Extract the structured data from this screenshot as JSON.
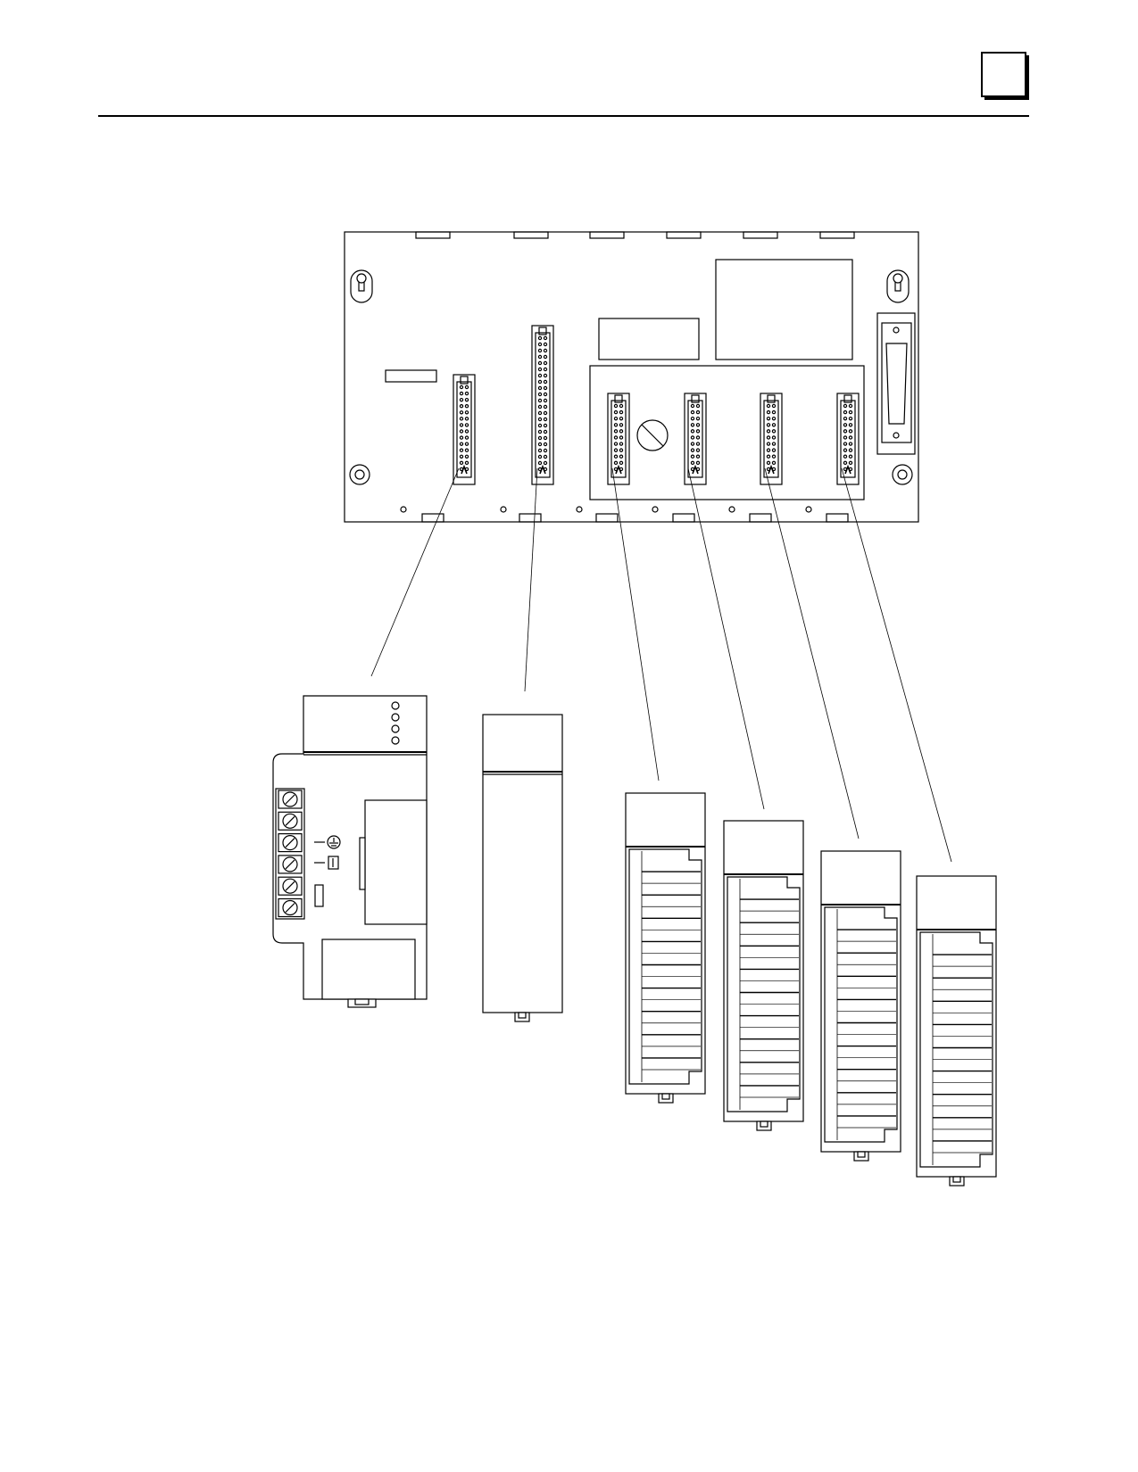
{
  "page": {
    "chapter_tab_text": ""
  },
  "diagram": {
    "description_visible_text": "",
    "baseplate": {
      "slots": [
        "power-supply-slot",
        "cpu-slot",
        "io-slot-1",
        "io-slot-2",
        "io-slot-3",
        "io-slot-4"
      ]
    },
    "modules": [
      {
        "kind": "power-supply"
      },
      {
        "kind": "cpu"
      },
      {
        "kind": "io-module"
      },
      {
        "kind": "io-module"
      },
      {
        "kind": "io-module"
      },
      {
        "kind": "io-module"
      }
    ],
    "colors": {
      "line": "#000000",
      "background": "#ffffff"
    }
  }
}
